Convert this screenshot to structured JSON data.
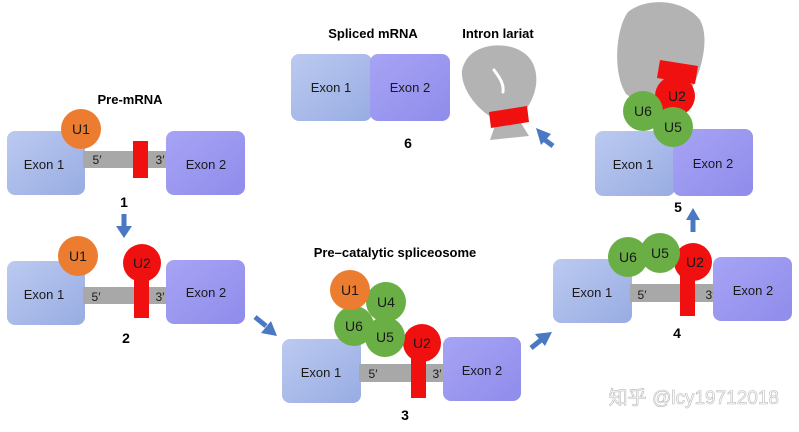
{
  "labels": {
    "pre_mrna": "Pre-mRNA",
    "pre_catalytic": "Pre–catalytic spliceosome",
    "spliced_mrna": "Spliced mRNA",
    "intron_lariat": "Intron lariat"
  },
  "exons": {
    "exon1": "Exon 1",
    "exon2": "Exon 2"
  },
  "ends": {
    "five": "5′",
    "three": "3′"
  },
  "snrnps": {
    "u1": "U1",
    "u2": "U2",
    "u4": "U4",
    "u5": "U5",
    "u6": "U6"
  },
  "steps": [
    "1",
    "2",
    "3",
    "4",
    "5",
    "6"
  ],
  "watermark": "知乎 @lcy19712018",
  "colors": {
    "exon1": "#a9bce8",
    "exon2": "#9b98f0",
    "intron": "#a8a8a8",
    "u1": "#ec7c30",
    "u2": "#f01010",
    "u4_u5_u6": "#6aaf45",
    "arrow": "#4a78c2",
    "lariat": "#b3b3b3"
  }
}
